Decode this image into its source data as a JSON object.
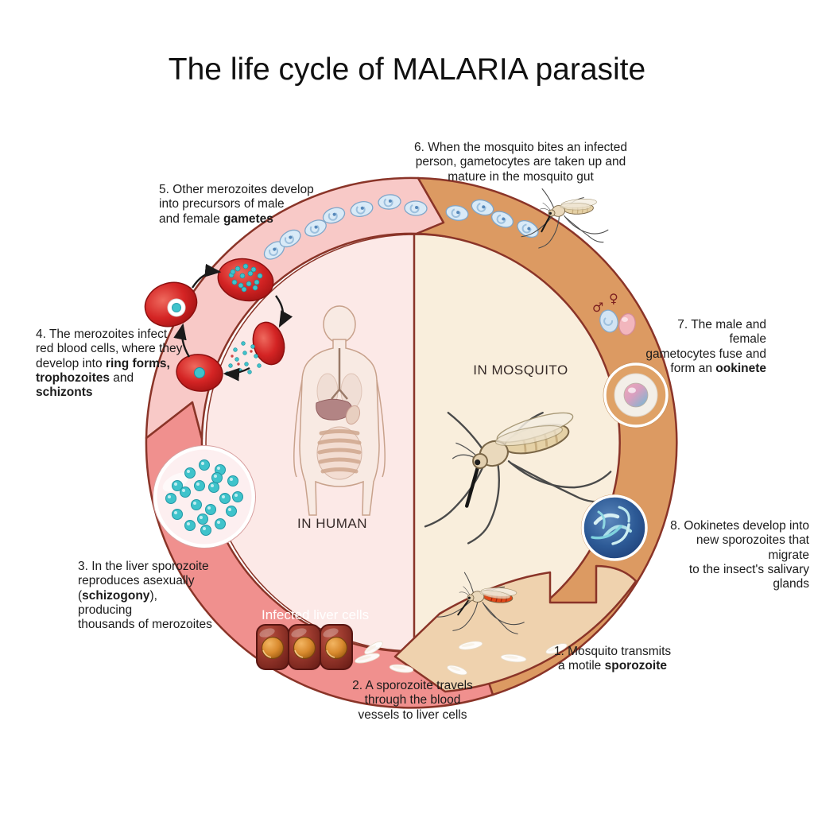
{
  "title": "The life cycle of MALARIA parasite",
  "regions": {
    "human_label": "IN HUMAN",
    "mosquito_label": "IN MOSQUITO",
    "infected_liver_label": "Infected liver cells"
  },
  "symbols": {
    "male": "♂",
    "female": "♀"
  },
  "steps": {
    "s1": {
      "l1": "1. Mosquito transmits",
      "l2a": "a motile ",
      "b1": "sporozoite"
    },
    "s2": {
      "l1": "2. A sporozoite travels",
      "l2": "through the blood",
      "l3": "vessels to liver cells"
    },
    "s3": {
      "l1": "3. In the liver sporozoite",
      "l2": "reproduces asexually",
      "l3a": "(",
      "b1": "schizogony",
      "l3b": "), producing",
      "l4": "thousands of merozoites"
    },
    "s4": {
      "l1": "4. The merozoites infect",
      "l2": "red blood cells, where they",
      "l3a": "develop into ",
      "b1": "ring forms,",
      "b2": "trophozoites",
      "l4a": " and ",
      "b3": "schizonts"
    },
    "s5": {
      "l1": "5. Other merozoites develop",
      "l2": "into precursors of male",
      "l3a": "and female ",
      "b1": "gametes"
    },
    "s6": {
      "l1": "6. When the mosquito bites an infected",
      "l2": "person, gametocytes are taken up and",
      "l3": "mature in the mosquito gut"
    },
    "s7": {
      "l1": "7. The male and female",
      "l2": "gametocytes fuse and",
      "l3a": "form an ",
      "b1": "ookinete"
    },
    "s8": {
      "l1": "8. Ookinetes develop into",
      "l2": "new sporozoites that migrate",
      "l3": "to the insect's salivary glands"
    }
  },
  "colors": {
    "ring_pink": "#f8c9c7",
    "ring_salmon": "#f0908e",
    "ring_orange": "#dc9a62",
    "inner_pink": "#fce9e7",
    "inner_cream": "#f9eedc",
    "skin_tan": "#efd2ae",
    "outline_dark_red": "#8a3428",
    "merozoite_teal": "#3fc3cb",
    "rbc_red": "#d42424",
    "liver_cell_red": "#93352c",
    "gametocyte_blue": "#d9eaf7",
    "salivary_blue": "#2d5a96",
    "arrow_black": "#1a1a1a"
  }
}
